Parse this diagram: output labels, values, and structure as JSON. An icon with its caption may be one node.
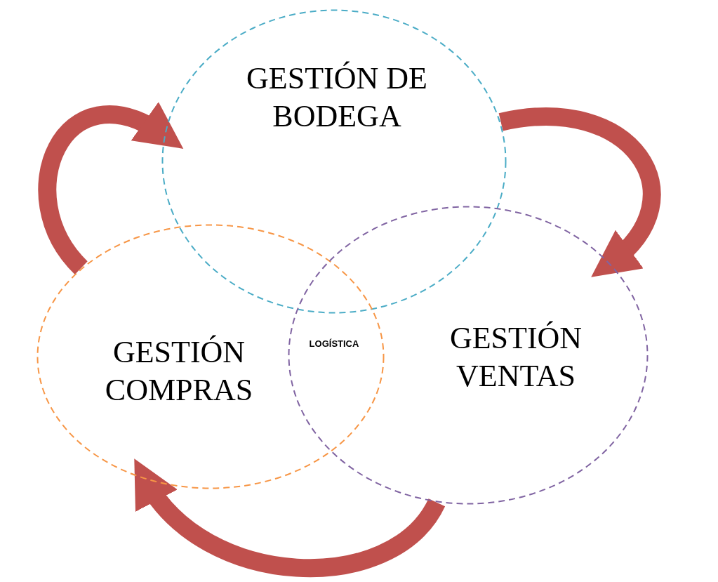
{
  "diagram": {
    "nodes": [
      {
        "text": [
          "GESTIÓN DE BODEGA"
        ]
      },
      {
        "text": [
          "GESTIÓN COMPRAS"
        ]
      },
      {
        "text": [
          "GESTIÓN VENTAS"
        ]
      }
    ],
    "edges": [
      {
        "from": 0,
        "to": 2,
        "arrow": "to"
      },
      {
        "from": 2,
        "to": 1,
        "arrow": "to"
      },
      {
        "from": 1,
        "to": 0,
        "arrow": "to"
      }
    ],
    "labels": [
      "LOGÍSTICA"
    ]
  }
}
